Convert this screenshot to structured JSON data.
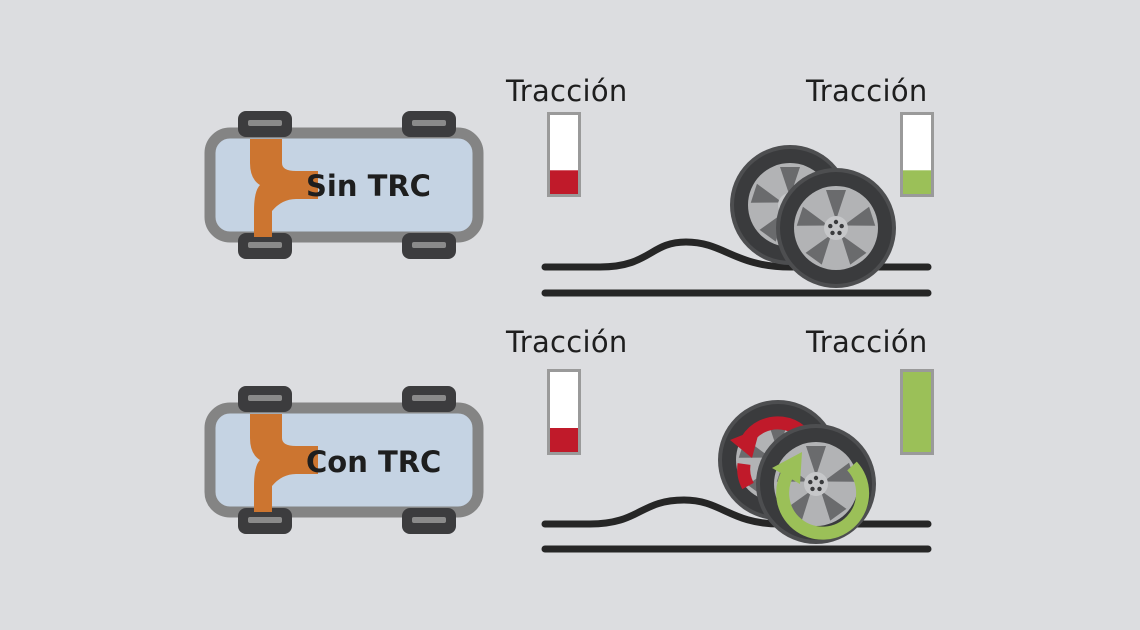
{
  "colors": {
    "background": "#dcdde0",
    "car_body": "#c5d3e3",
    "car_frame": "#848484",
    "tire": "#3c3c3e",
    "drivetrain": "#cc7530",
    "road": "#262626",
    "low_traction": "#c01a2a",
    "high_traction": "#9bc058",
    "meter_border": "#9a9a9a"
  },
  "rows": [
    {
      "car_label": "Sin TRC",
      "left_label": "Tracción",
      "right_label": "Tracción",
      "left_traction": 0.3,
      "right_traction": 0.3,
      "wheel_icon": "wheel-slip-icon"
    },
    {
      "car_label": "Con TRC",
      "left_label": "Tracción",
      "right_label": "Tracción",
      "left_traction": 0.3,
      "right_traction": 1.0,
      "wheel_icon": "wheel-controlled-icon"
    }
  ]
}
